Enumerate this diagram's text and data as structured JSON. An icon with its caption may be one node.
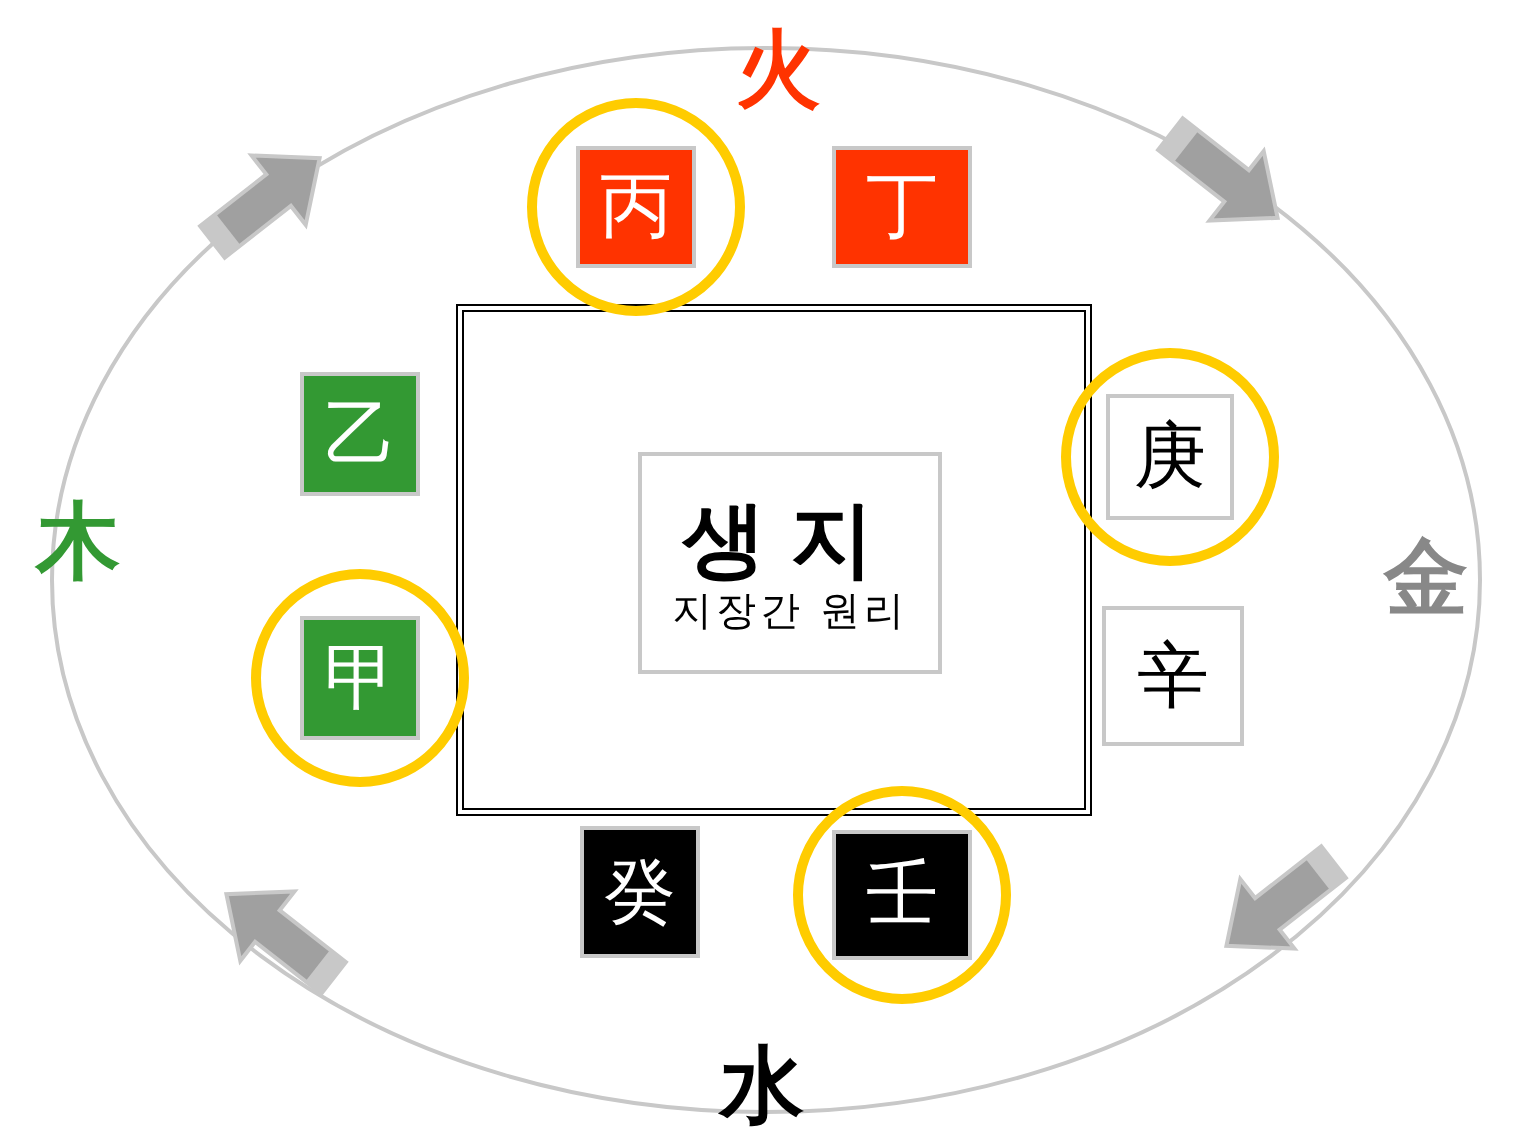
{
  "diagram": {
    "nodes": [
      {
        "text": [],
        "shape": "box"
      },
      {
        "text": [
          "생지",
          "지장간 원리"
        ],
        "in": 0
      },
      {
        "text": [
          "丙"
        ]
      },
      {
        "text": [
          "丁"
        ]
      },
      {
        "text": [
          "乙"
        ]
      },
      {
        "text": [
          "甲"
        ]
      },
      {
        "text": [
          "庚"
        ]
      },
      {
        "text": [
          "辛"
        ]
      },
      {
        "text": [
          "癸"
        ]
      },
      {
        "text": [
          "壬"
        ]
      }
    ],
    "labels": [
      "火",
      "木",
      "金",
      "水"
    ]
  }
}
